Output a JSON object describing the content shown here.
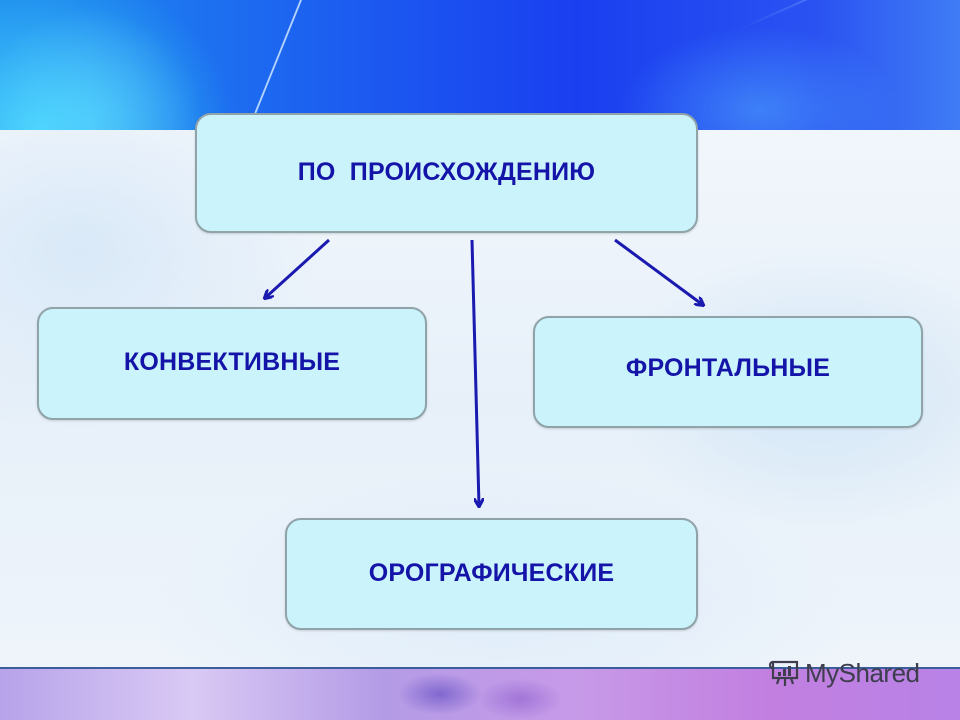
{
  "diagram": {
    "type": "hierarchy",
    "root": {
      "id": "root",
      "label": "ПО  ПРОИСХОЖДЕНИЮ"
    },
    "children": [
      {
        "id": "left",
        "label": "КОНВЕКТИВНЫЕ"
      },
      {
        "id": "center",
        "label": "ОРОГРАФИЧЕСКИЕ"
      },
      {
        "id": "right",
        "label": "ФРОНТАЛЬНЫЕ"
      }
    ],
    "edges": [
      {
        "from": "root",
        "to": "left"
      },
      {
        "from": "root",
        "to": "center"
      },
      {
        "from": "root",
        "to": "right"
      }
    ]
  },
  "colors": {
    "box_fill": "#cbf3fb",
    "box_border": "#8fa3a8",
    "text": "#1414a8",
    "arrow": "#1a1ab0"
  },
  "watermark": {
    "text": "MyShared",
    "icon": "presentation-board-icon"
  }
}
